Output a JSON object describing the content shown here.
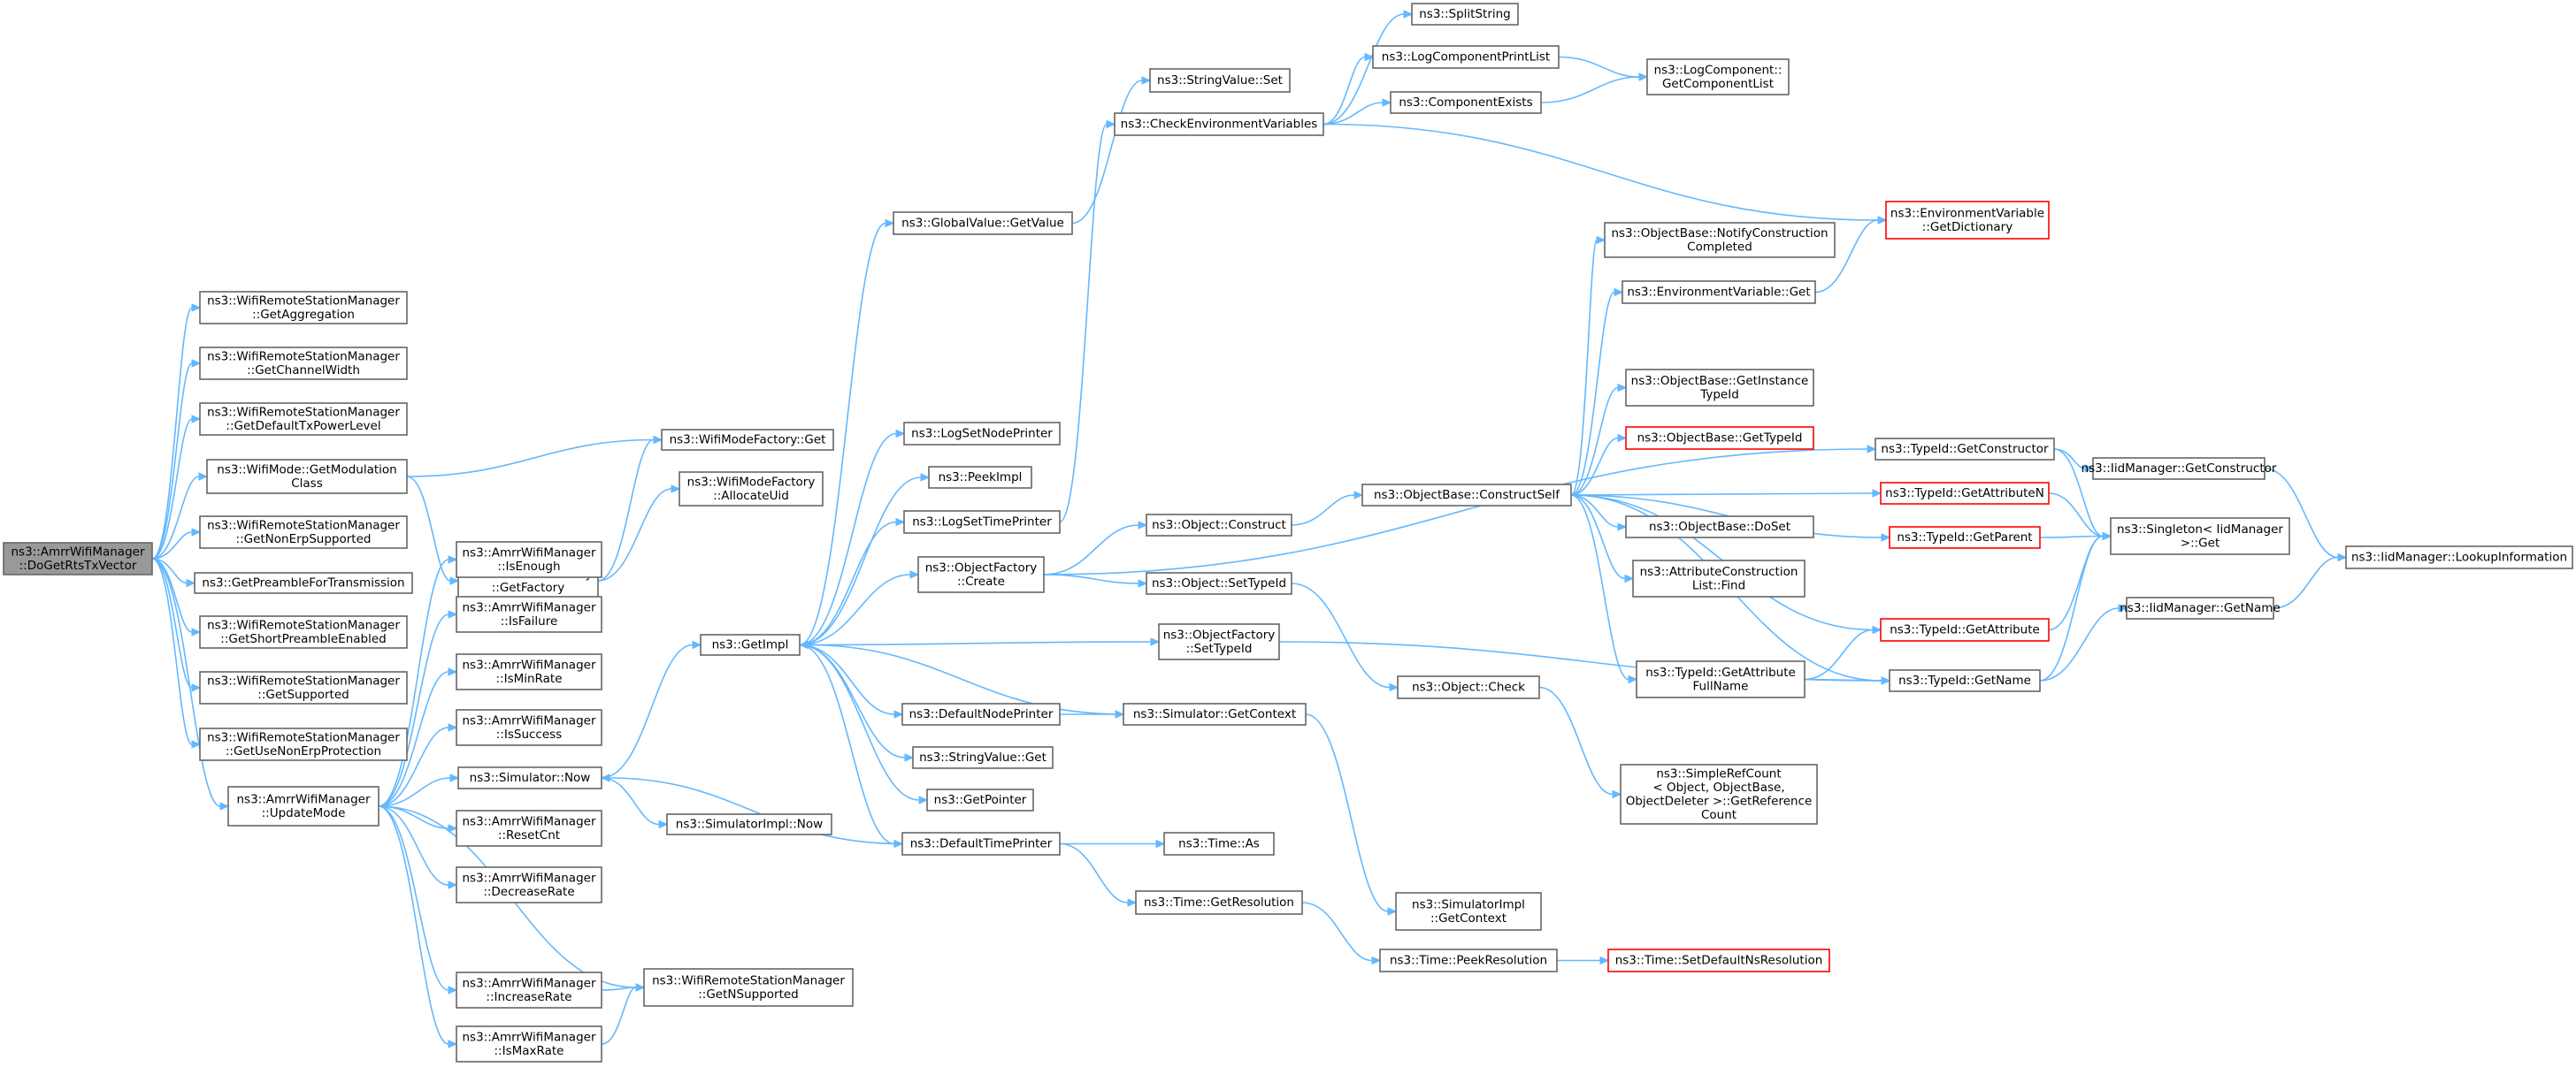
{
  "colors": {
    "edge": "#63b8ff",
    "box_border": "#666666",
    "root_fill": "#999999",
    "truncated_border": "#ff0000",
    "background": "#ffffff"
  },
  "nodes": [
    {
      "id": "root",
      "lines": [
        "ns3::AmrrWifiManager",
        "::DoGetRtsTxVector"
      ],
      "root": true
    },
    {
      "id": "getAggregation",
      "lines": [
        "ns3::WifiRemoteStationManager",
        "::GetAggregation"
      ]
    },
    {
      "id": "getChannelWidth",
      "lines": [
        "ns3::WifiRemoteStationManager",
        "::GetChannelWidth"
      ]
    },
    {
      "id": "getDefaultTxPowerLevel",
      "lines": [
        "ns3::WifiRemoteStationManager",
        "::GetDefaultTxPowerLevel"
      ]
    },
    {
      "id": "getModulationClass",
      "lines": [
        "ns3::WifiMode::GetModulation",
        "Class"
      ]
    },
    {
      "id": "getNonErpSupported",
      "lines": [
        "ns3::WifiRemoteStationManager",
        "::GetNonErpSupported"
      ]
    },
    {
      "id": "getPreamble",
      "lines": [
        "ns3::GetPreambleForTransmission"
      ]
    },
    {
      "id": "getShortPreamble",
      "lines": [
        "ns3::WifiRemoteStationManager",
        "::GetShortPreambleEnabled"
      ]
    },
    {
      "id": "getSupported",
      "lines": [
        "ns3::WifiRemoteStationManager",
        "::GetSupported"
      ]
    },
    {
      "id": "getUseNonErp",
      "lines": [
        "ns3::WifiRemoteStationManager",
        "::GetUseNonErpProtection"
      ]
    },
    {
      "id": "updateMode",
      "lines": [
        "ns3::AmrrWifiManager",
        "::UpdateMode"
      ]
    },
    {
      "id": "wmfGetFactory",
      "lines": [
        "ns3::WifiModeFactory",
        "::GetFactory"
      ]
    },
    {
      "id": "wmfGet",
      "lines": [
        "ns3::WifiModeFactory::Get"
      ]
    },
    {
      "id": "wmfAllocateUid",
      "lines": [
        "ns3::WifiModeFactory",
        "::AllocateUid"
      ]
    },
    {
      "id": "isEnough",
      "lines": [
        "ns3::AmrrWifiManager",
        "::IsEnough"
      ]
    },
    {
      "id": "isFailure",
      "lines": [
        "ns3::AmrrWifiManager",
        "::IsFailure"
      ]
    },
    {
      "id": "isMinRate",
      "lines": [
        "ns3::AmrrWifiManager",
        "::IsMinRate"
      ]
    },
    {
      "id": "isSuccess",
      "lines": [
        "ns3::AmrrWifiManager",
        "::IsSuccess"
      ]
    },
    {
      "id": "simNow",
      "lines": [
        "ns3::Simulator::Now"
      ]
    },
    {
      "id": "resetCnt",
      "lines": [
        "ns3::AmrrWifiManager",
        "::ResetCnt"
      ]
    },
    {
      "id": "decreaseRate",
      "lines": [
        "ns3::AmrrWifiManager",
        "::DecreaseRate"
      ]
    },
    {
      "id": "increaseRate",
      "lines": [
        "ns3::AmrrWifiManager",
        "::IncreaseRate"
      ]
    },
    {
      "id": "isMaxRate",
      "lines": [
        "ns3::AmrrWifiManager",
        "::IsMaxRate"
      ]
    },
    {
      "id": "getNSupported",
      "lines": [
        "ns3::WifiRemoteStationManager",
        "::GetNSupported"
      ]
    },
    {
      "id": "getImpl",
      "lines": [
        "ns3::GetImpl"
      ]
    },
    {
      "id": "simImplNow",
      "lines": [
        "ns3::SimulatorImpl::Now"
      ]
    },
    {
      "id": "gvGetValue",
      "lines": [
        "ns3::GlobalValue::GetValue"
      ]
    },
    {
      "id": "logSetNodePrinter",
      "lines": [
        "ns3::LogSetNodePrinter"
      ]
    },
    {
      "id": "peekImpl",
      "lines": [
        "ns3::PeekImpl"
      ]
    },
    {
      "id": "logSetTimePrinter",
      "lines": [
        "ns3::LogSetTimePrinter"
      ]
    },
    {
      "id": "ofCreate",
      "lines": [
        "ns3::ObjectFactory",
        "::Create"
      ]
    },
    {
      "id": "defaultNodePrinter",
      "lines": [
        "ns3::DefaultNodePrinter"
      ]
    },
    {
      "id": "svGet",
      "lines": [
        "ns3::StringValue::Get"
      ]
    },
    {
      "id": "getPointer",
      "lines": [
        "ns3::GetPointer"
      ]
    },
    {
      "id": "defaultTimePrinter",
      "lines": [
        "ns3::DefaultTimePrinter"
      ]
    },
    {
      "id": "svSet",
      "lines": [
        "ns3::StringValue::Set"
      ]
    },
    {
      "id": "checkEnv",
      "lines": [
        "ns3::CheckEnvironmentVariables"
      ]
    },
    {
      "id": "objConstruct",
      "lines": [
        "ns3::Object::Construct"
      ]
    },
    {
      "id": "objSetTypeId",
      "lines": [
        "ns3::Object::SetTypeId"
      ]
    },
    {
      "id": "ofSetTypeId",
      "lines": [
        "ns3::ObjectFactory",
        "::SetTypeId"
      ]
    },
    {
      "id": "simGetContext",
      "lines": [
        "ns3::Simulator::GetContext"
      ]
    },
    {
      "id": "timeAs",
      "lines": [
        "ns3::Time::As"
      ]
    },
    {
      "id": "timeGetResolution",
      "lines": [
        "ns3::Time::GetResolution"
      ]
    },
    {
      "id": "splitString",
      "lines": [
        "ns3::SplitString"
      ]
    },
    {
      "id": "logCompPrintList",
      "lines": [
        "ns3::LogComponentPrintList"
      ]
    },
    {
      "id": "compExists",
      "lines": [
        "ns3::ComponentExists"
      ]
    },
    {
      "id": "logCompGetList",
      "lines": [
        "ns3::LogComponent::",
        "GetComponentList"
      ]
    },
    {
      "id": "obConstructSelf",
      "lines": [
        "ns3::ObjectBase::ConstructSelf"
      ]
    },
    {
      "id": "objCheck",
      "lines": [
        "ns3::Object::Check"
      ]
    },
    {
      "id": "simImplGetContext",
      "lines": [
        "ns3::SimulatorImpl",
        "::GetContext"
      ]
    },
    {
      "id": "timePeekResolution",
      "lines": [
        "ns3::Time::PeekResolution"
      ]
    },
    {
      "id": "timeSetDefaultNs",
      "lines": [
        "ns3::Time::SetDefaultNsResolution"
      ],
      "truncated": true
    },
    {
      "id": "obNotifyConstruction",
      "lines": [
        "ns3::ObjectBase::NotifyConstruction",
        "Completed"
      ]
    },
    {
      "id": "envVarGet",
      "lines": [
        "ns3::EnvironmentVariable::Get"
      ]
    },
    {
      "id": "obGetInstanceTypeId",
      "lines": [
        "ns3::ObjectBase::GetInstance",
        "TypeId"
      ]
    },
    {
      "id": "obGetTypeId",
      "lines": [
        "ns3::ObjectBase::GetTypeId"
      ],
      "truncated": true
    },
    {
      "id": "obDoSet",
      "lines": [
        "ns3::ObjectBase::DoSet"
      ]
    },
    {
      "id": "attrConstructFind",
      "lines": [
        "ns3::AttributeConstruction",
        "List::Find"
      ]
    },
    {
      "id": "tidGetAttrFullName",
      "lines": [
        "ns3::TypeId::GetAttribute",
        "FullName"
      ]
    },
    {
      "id": "srcGetRefCount",
      "lines": [
        "ns3::SimpleRefCount",
        "< Object, ObjectBase,",
        "ObjectDeleter >::GetReference",
        "Count"
      ]
    },
    {
      "id": "envVarGetDict",
      "lines": [
        "ns3::EnvironmentVariable",
        "::GetDictionary"
      ],
      "truncated": true
    },
    {
      "id": "tidGetConstructor",
      "lines": [
        "ns3::TypeId::GetConstructor"
      ]
    },
    {
      "id": "tidGetAttributeN",
      "lines": [
        "ns3::TypeId::GetAttributeN"
      ],
      "truncated": true
    },
    {
      "id": "tidGetParent",
      "lines": [
        "ns3::TypeId::GetParent"
      ],
      "truncated": true
    },
    {
      "id": "tidGetAttribute",
      "lines": [
        "ns3::TypeId::GetAttribute"
      ],
      "truncated": true
    },
    {
      "id": "tidGetName",
      "lines": [
        "ns3::TypeId::GetName"
      ]
    },
    {
      "id": "iidGetConstructor",
      "lines": [
        "ns3::IidManager::GetConstructor"
      ]
    },
    {
      "id": "singletonGet",
      "lines": [
        "ns3::Singleton< IidManager",
        ">::Get"
      ]
    },
    {
      "id": "iidGetName",
      "lines": [
        "ns3::IidManager::GetName"
      ]
    },
    {
      "id": "iidLookup",
      "lines": [
        "ns3::IidManager::LookupInformation"
      ]
    }
  ]
}
